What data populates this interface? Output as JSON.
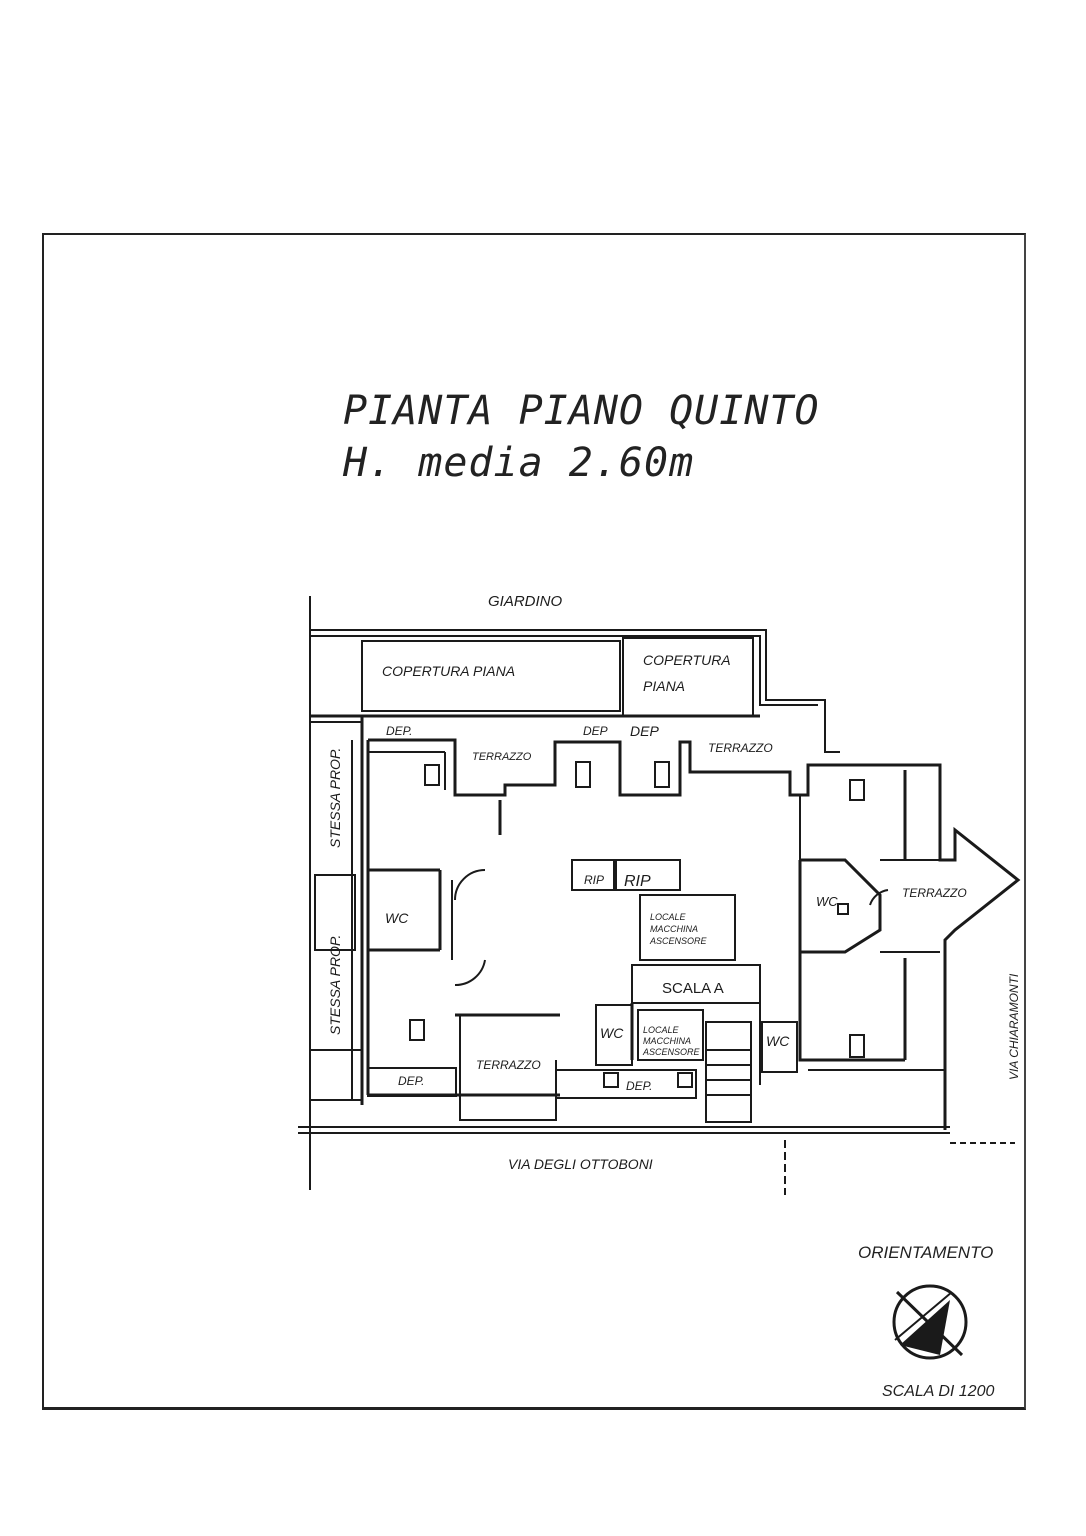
{
  "title": {
    "line1": "PIANTA PIANO QUINTO",
    "line2": "H. media 2.60m"
  },
  "plan": {
    "garden": "GIARDINO",
    "roof_left": "COPERTURA PIANA",
    "roof_right_1": "COPERTURA",
    "roof_right_2": "PIANA",
    "dep_top_left": "DEP.",
    "dep_top_mid": "DEP",
    "dep_top_right": "DEP",
    "terrace_top_left": "TERRAZZO",
    "terrace_top_right": "TERRAZZO",
    "terrace_right": "TERRAZZO",
    "terrace_bottom": "TERRAZZO",
    "same_owner_top": "STESSA PROP.",
    "same_owner_bottom": "STESSA PROP.",
    "wc_left": "WC",
    "wc_right": "WC",
    "wc_center": "WC",
    "wc_stair": "WC",
    "rip_1": "RIP",
    "rip_2": "RIP",
    "machine_room_top": [
      "LOCALE",
      "MACCHINA",
      "ASCENSORE"
    ],
    "machine_room_bottom": [
      "LOCALE",
      "MACCHINA",
      "ASCENSORE"
    ],
    "stair": "SCALA   A",
    "dep_bottom_left": "DEP.",
    "dep_bottom_mid": "DEP.",
    "street_bottom": "VIA DEGLI OTTOBONI",
    "street_right": "VIA CHIARAMONTI"
  },
  "orientation_label": "ORIENTAMENTO",
  "scale_label": "SCALA DI 1200"
}
